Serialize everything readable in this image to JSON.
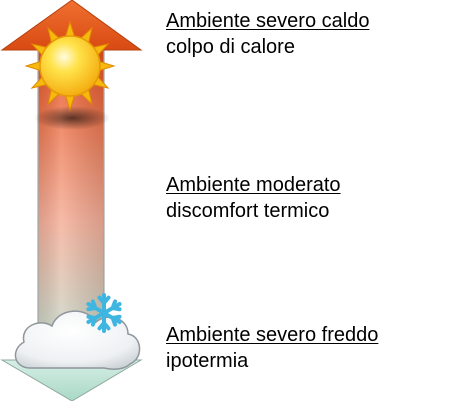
{
  "levels": [
    {
      "title": "Ambiente severo caldo",
      "desc": "colpo di calore"
    },
    {
      "title": "Ambiente moderato",
      "desc": "discomfort termico"
    },
    {
      "title": "Ambiente severo freddo",
      "desc": "ipotermia"
    }
  ],
  "colors": {
    "hot": "#e8501c",
    "mid": "#f6b09a",
    "cold": "#bfe3d6",
    "sun": "#ffd21a",
    "snowflake": "#3fb6e0"
  },
  "icons": {
    "top": "sun-icon",
    "bottom": "snow-cloud-icon"
  }
}
